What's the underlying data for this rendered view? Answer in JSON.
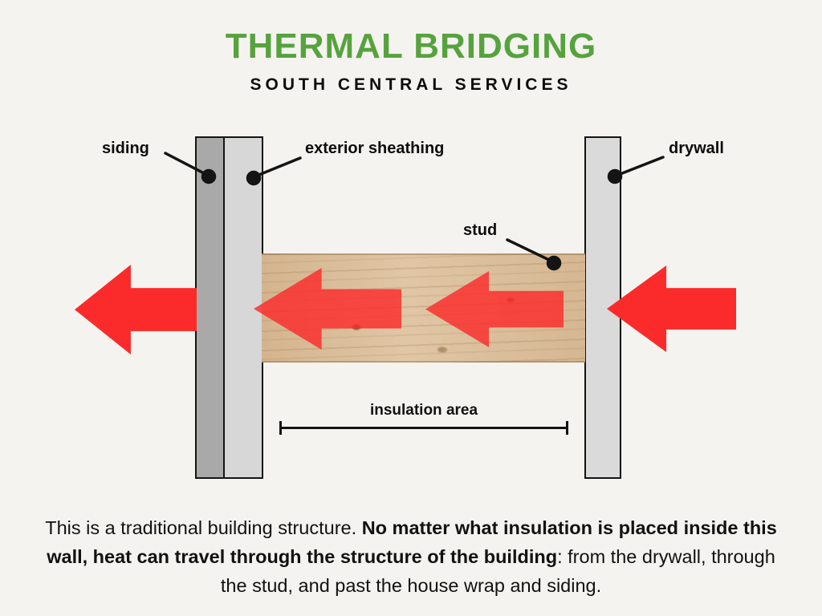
{
  "header": {
    "title": "THERMAL BRIDGING",
    "subtitle": "SOUTH CENTRAL SERVICES"
  },
  "diagram": {
    "labels": {
      "siding": "siding",
      "exterior_sheathing": "exterior sheathing",
      "drywall": "drywall",
      "stud": "stud",
      "insulation_area": "insulation area"
    },
    "arrows": [
      "heat-flow-exterior-icon",
      "heat-flow-stud-left-icon",
      "heat-flow-stud-right-icon",
      "heat-flow-interior-icon"
    ]
  },
  "caption": {
    "normal_1": "This is a traditional building structure. ",
    "bold": "No matter what insulation is placed inside this wall, heat can travel through the structure of the building",
    "normal_2": ": from the drywall, through the stud, and past the house wrap and siding."
  },
  "colors": {
    "background": "#f5f3f0",
    "title_green": "#56a33e",
    "arrow_red": "#fb2b2b",
    "siding_gray": "#a9a9a9",
    "sheathing_gray": "#d7d7d7",
    "drywall_gray": "#dadada",
    "wood_base": "#dcc19f",
    "line_black": "#141414"
  }
}
